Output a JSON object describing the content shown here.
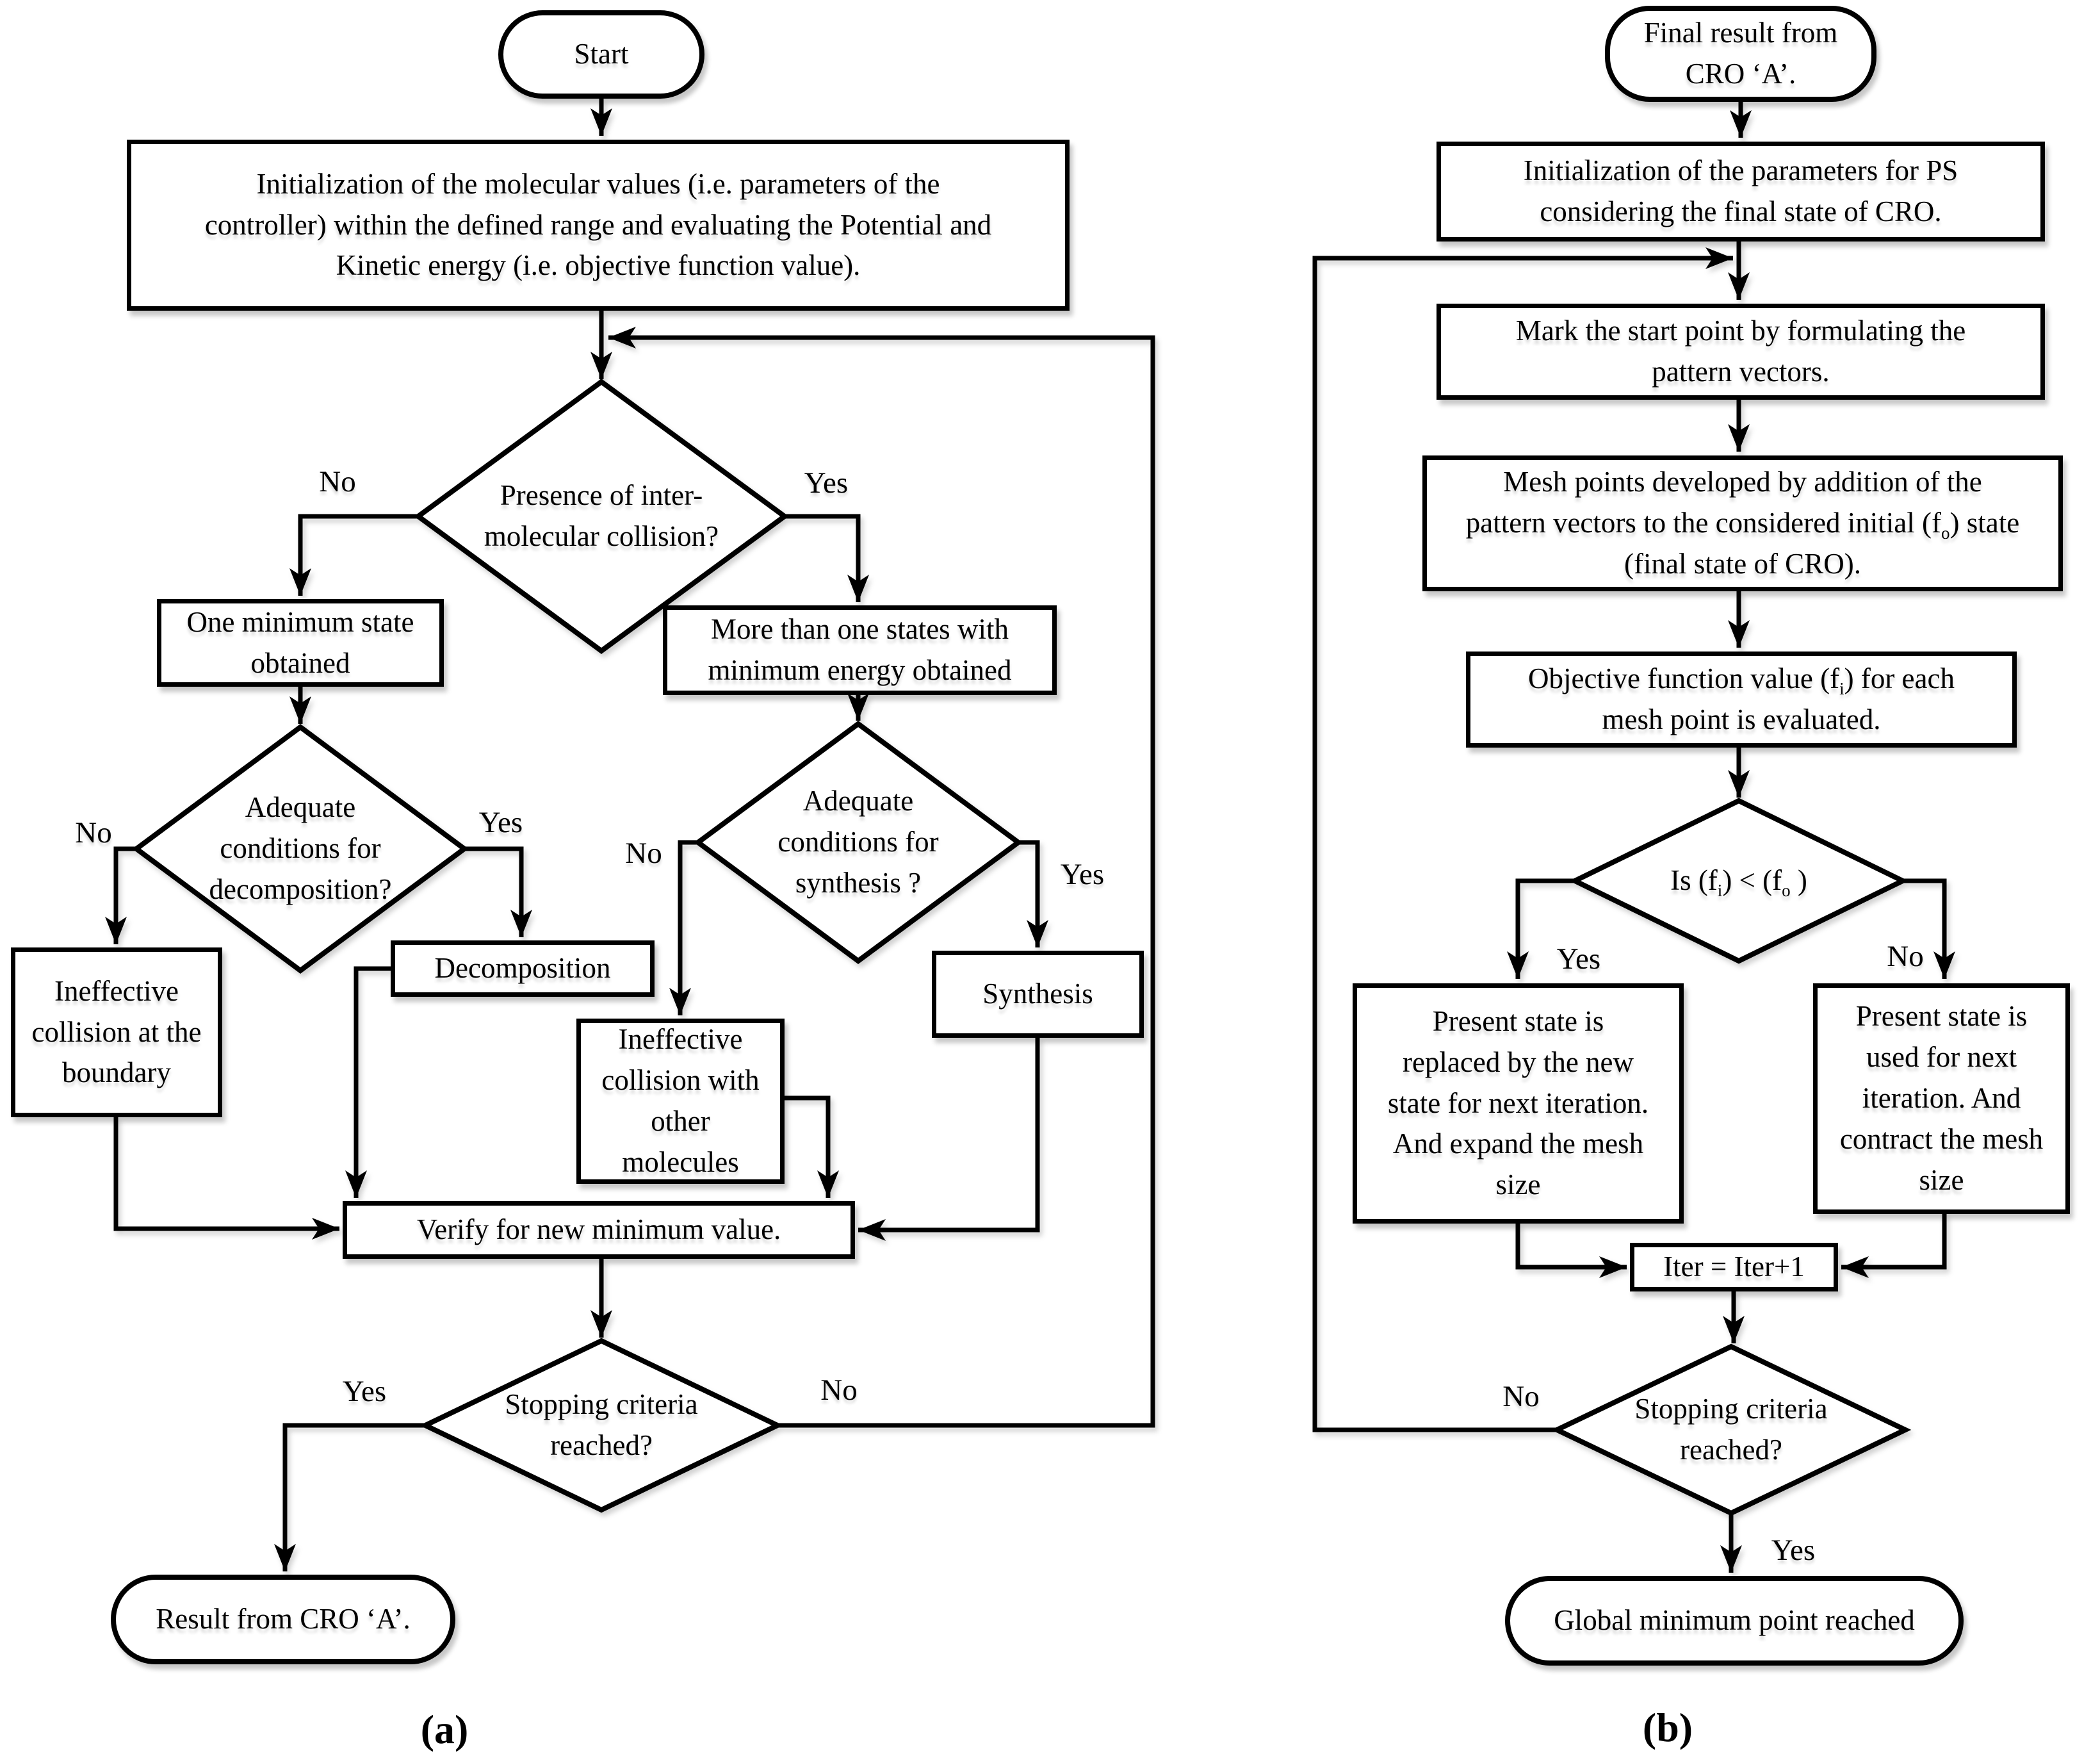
{
  "chart_a": {
    "caption": "(a)",
    "nodes": {
      "start": "Start",
      "init": "Initialization of the molecular values (i.e. parameters of the controller) within the defined range and evaluating the Potential and Kinetic energy (i.e. objective function value).",
      "decision_collision": "Presence of inter-molecular collision?",
      "one_minimum": "One minimum state obtained",
      "more_states": "More than one states with minimum energy obtained",
      "decision_decomposition": "Adequate conditions for decomposition?",
      "ineffective_boundary": "Ineffective collision at the boundary",
      "decomposition": "Decomposition",
      "decision_synthesis": "Adequate conditions for synthesis ?",
      "ineffective_other": "Ineffective collision with other molecules",
      "synthesis": "Synthesis",
      "verify": "Verify for new minimum value.",
      "decision_stopping": "Stopping criteria reached?",
      "result": "Result from CRO ‘A’."
    },
    "edge_labels": {
      "collision_no": "No",
      "collision_yes": "Yes",
      "decomposition_no": "No",
      "decomposition_yes": "Yes",
      "synthesis_no": "No",
      "synthesis_yes": "Yes",
      "stopping_yes": "Yes",
      "stopping_no": "No"
    }
  },
  "chart_b": {
    "caption": "(b)",
    "nodes": {
      "start": "Final result from CRO ‘A’.",
      "init": "Initialization of the parameters for PS considering the final state of CRO.",
      "mark": "Mark the start point by formulating the pattern vectors.",
      "mesh_runs": [
        "Mesh points developed by addition of the pattern vectors to the considered initial (f",
        {
          "sub": "o"
        },
        ") state (final state of CRO)."
      ],
      "objective_runs": [
        "Objective function value (f",
        {
          "sub": "i"
        },
        ") for each mesh point is evaluated."
      ],
      "compare_runs": [
        "Is  (f",
        {
          "sub": "i"
        },
        ") < (f",
        {
          "sub": "o"
        },
        " )"
      ],
      "present_replaced": "Present state is replaced by the new state for next iteration. And expand the mesh size",
      "present_used": "Present state is used for next iteration. And contract the mesh size",
      "iter": "Iter = Iter+1",
      "decision_stopping": "Stopping criteria reached?",
      "result": "Global minimum point reached"
    },
    "edge_labels": {
      "compare_yes": "Yes",
      "compare_no": "No",
      "stopping_no": "No",
      "stopping_yes": "Yes"
    }
  }
}
